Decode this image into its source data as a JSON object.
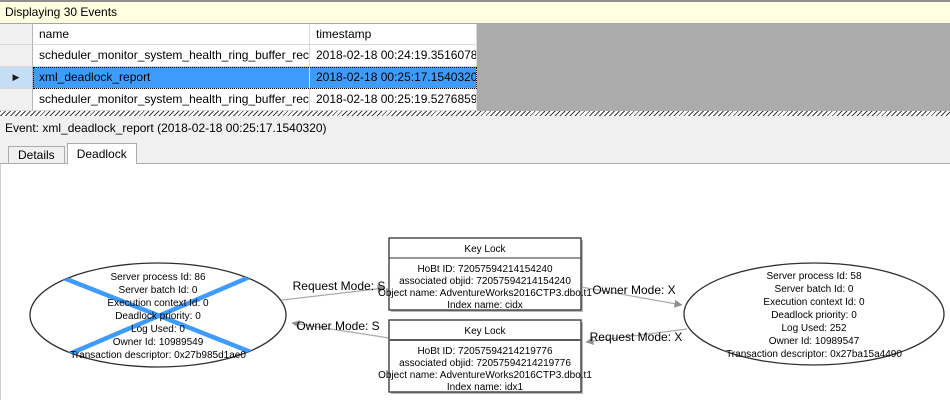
{
  "header": {
    "title": "Displaying 30 Events"
  },
  "table": {
    "columns": [
      "name",
      "timestamp"
    ],
    "rows": [
      {
        "name": "scheduler_monitor_system_health_ring_buffer_recorded",
        "timestamp": "2018-02-18 00:24:19.3516078",
        "selected": false
      },
      {
        "name": "xml_deadlock_report",
        "timestamp": "2018-02-18 00:25:17.1540320",
        "selected": true
      },
      {
        "name": "scheduler_monitor_system_health_ring_buffer_recorded",
        "timestamp": "2018-02-18 00:25:19.5276859",
        "selected": false
      }
    ],
    "selected_row_indicator": "▶"
  },
  "event_bar": {
    "label": "Event: xml_deadlock_report (2018-02-18 00:25:17.1540320)"
  },
  "tabs": [
    {
      "label": "Details",
      "active": false
    },
    {
      "label": "Deadlock",
      "active": true
    }
  ],
  "graph": {
    "left_process": {
      "victim": true,
      "lines": [
        "Server process Id: 86",
        "Server batch Id: 0",
        "Execution context Id: 0",
        "Deadlock priority: 0",
        "Log Used: 0",
        "Owner Id: 10989549",
        "Transaction descriptor: 0x27b985d1ae0"
      ]
    },
    "right_process": {
      "victim": false,
      "lines": [
        "Server process Id: 58",
        "Server batch Id: 0",
        "Execution context Id: 0",
        "Deadlock priority: 0",
        "Log Used: 252",
        "Owner Id: 10989547",
        "Transaction descriptor: 0x27ba15a4490"
      ]
    },
    "resources": [
      {
        "title": "Key Lock",
        "lines": [
          "HoBt ID: 72057594214154240",
          "associated objid: 72057594214154240",
          "Object name: AdventureWorks2016CTP3.dbo.t1",
          "Index name: cidx"
        ]
      },
      {
        "title": "Key Lock",
        "lines": [
          "HoBt ID: 72057594214219776",
          "associated objid: 72057594214219776",
          "Object name: AdventureWorks2016CTP3.dbo.t1",
          "Index name: idx1"
        ]
      }
    ],
    "edges": [
      "Request Mode: S",
      "Owner Mode: S",
      "Owner Mode: X",
      "Request Mode: X"
    ]
  },
  "colors": {
    "selection": "#3e9cff",
    "victim_cross": "#3e9bff",
    "header_bg": "#ffffe1",
    "empty_area": "#ababab"
  }
}
